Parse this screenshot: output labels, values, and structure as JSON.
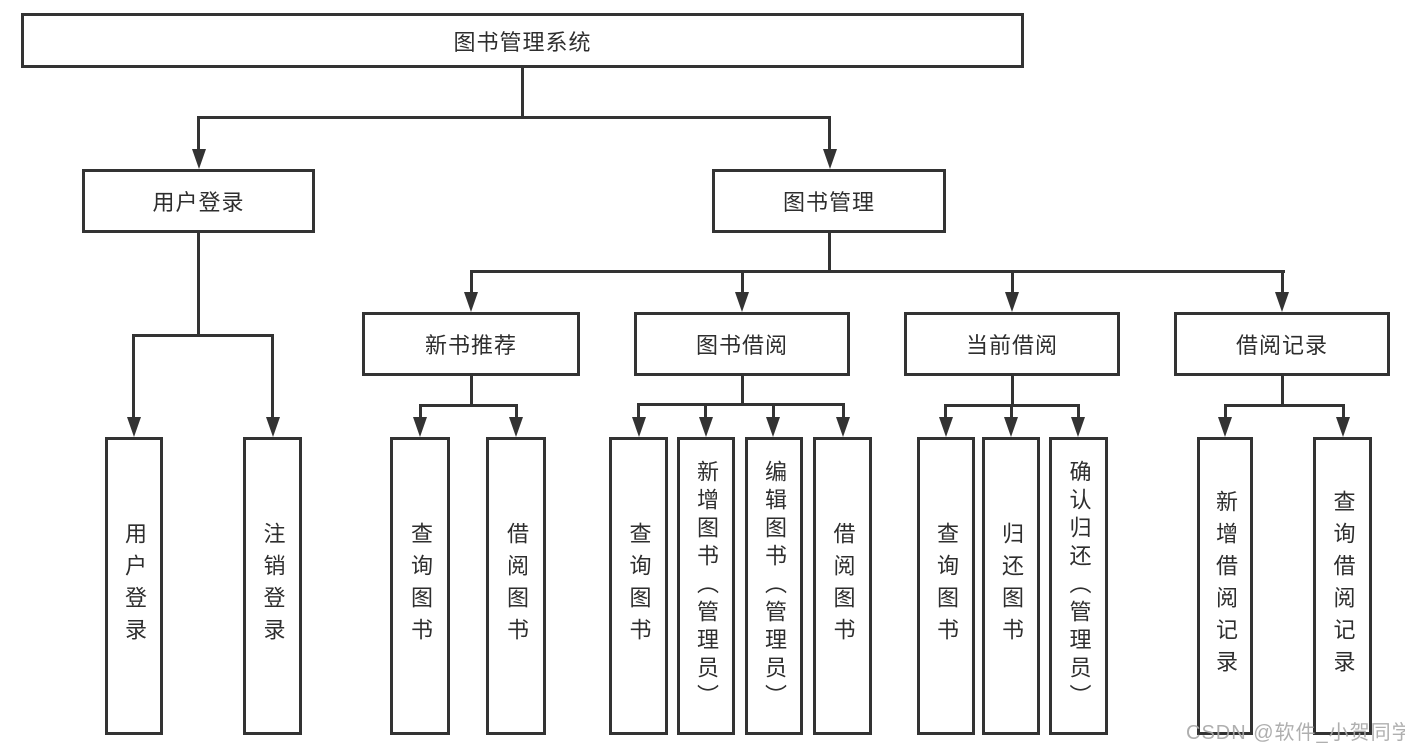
{
  "title": "图书管理系统",
  "watermark": "CSDN @软件_小贺同学",
  "colors": {
    "line": "#333333",
    "text": "#2e2e2e",
    "background": "#ffffff",
    "watermark": "#a8a8a8"
  },
  "level2": [
    {
      "label": "用户登录"
    },
    {
      "label": "图书管理"
    }
  ],
  "modules": [
    {
      "label": "新书推荐"
    },
    {
      "label": "图书借阅"
    },
    {
      "label": "当前借阅"
    },
    {
      "label": "借阅记录"
    }
  ],
  "leaves": {
    "userLogin": [
      "用户登录",
      "注销登录"
    ],
    "newBook": [
      "查询图书",
      "借阅图书"
    ],
    "bookBorrow": [
      "查询图书",
      "新增图书（管理员）",
      "编辑图书（管理员）",
      "借阅图书"
    ],
    "currentBorrow": [
      "查询图书",
      "归还图书",
      "确认归还（管理员）"
    ],
    "borrowRecord": [
      "新增借阅记录",
      "查询借阅记录"
    ]
  }
}
